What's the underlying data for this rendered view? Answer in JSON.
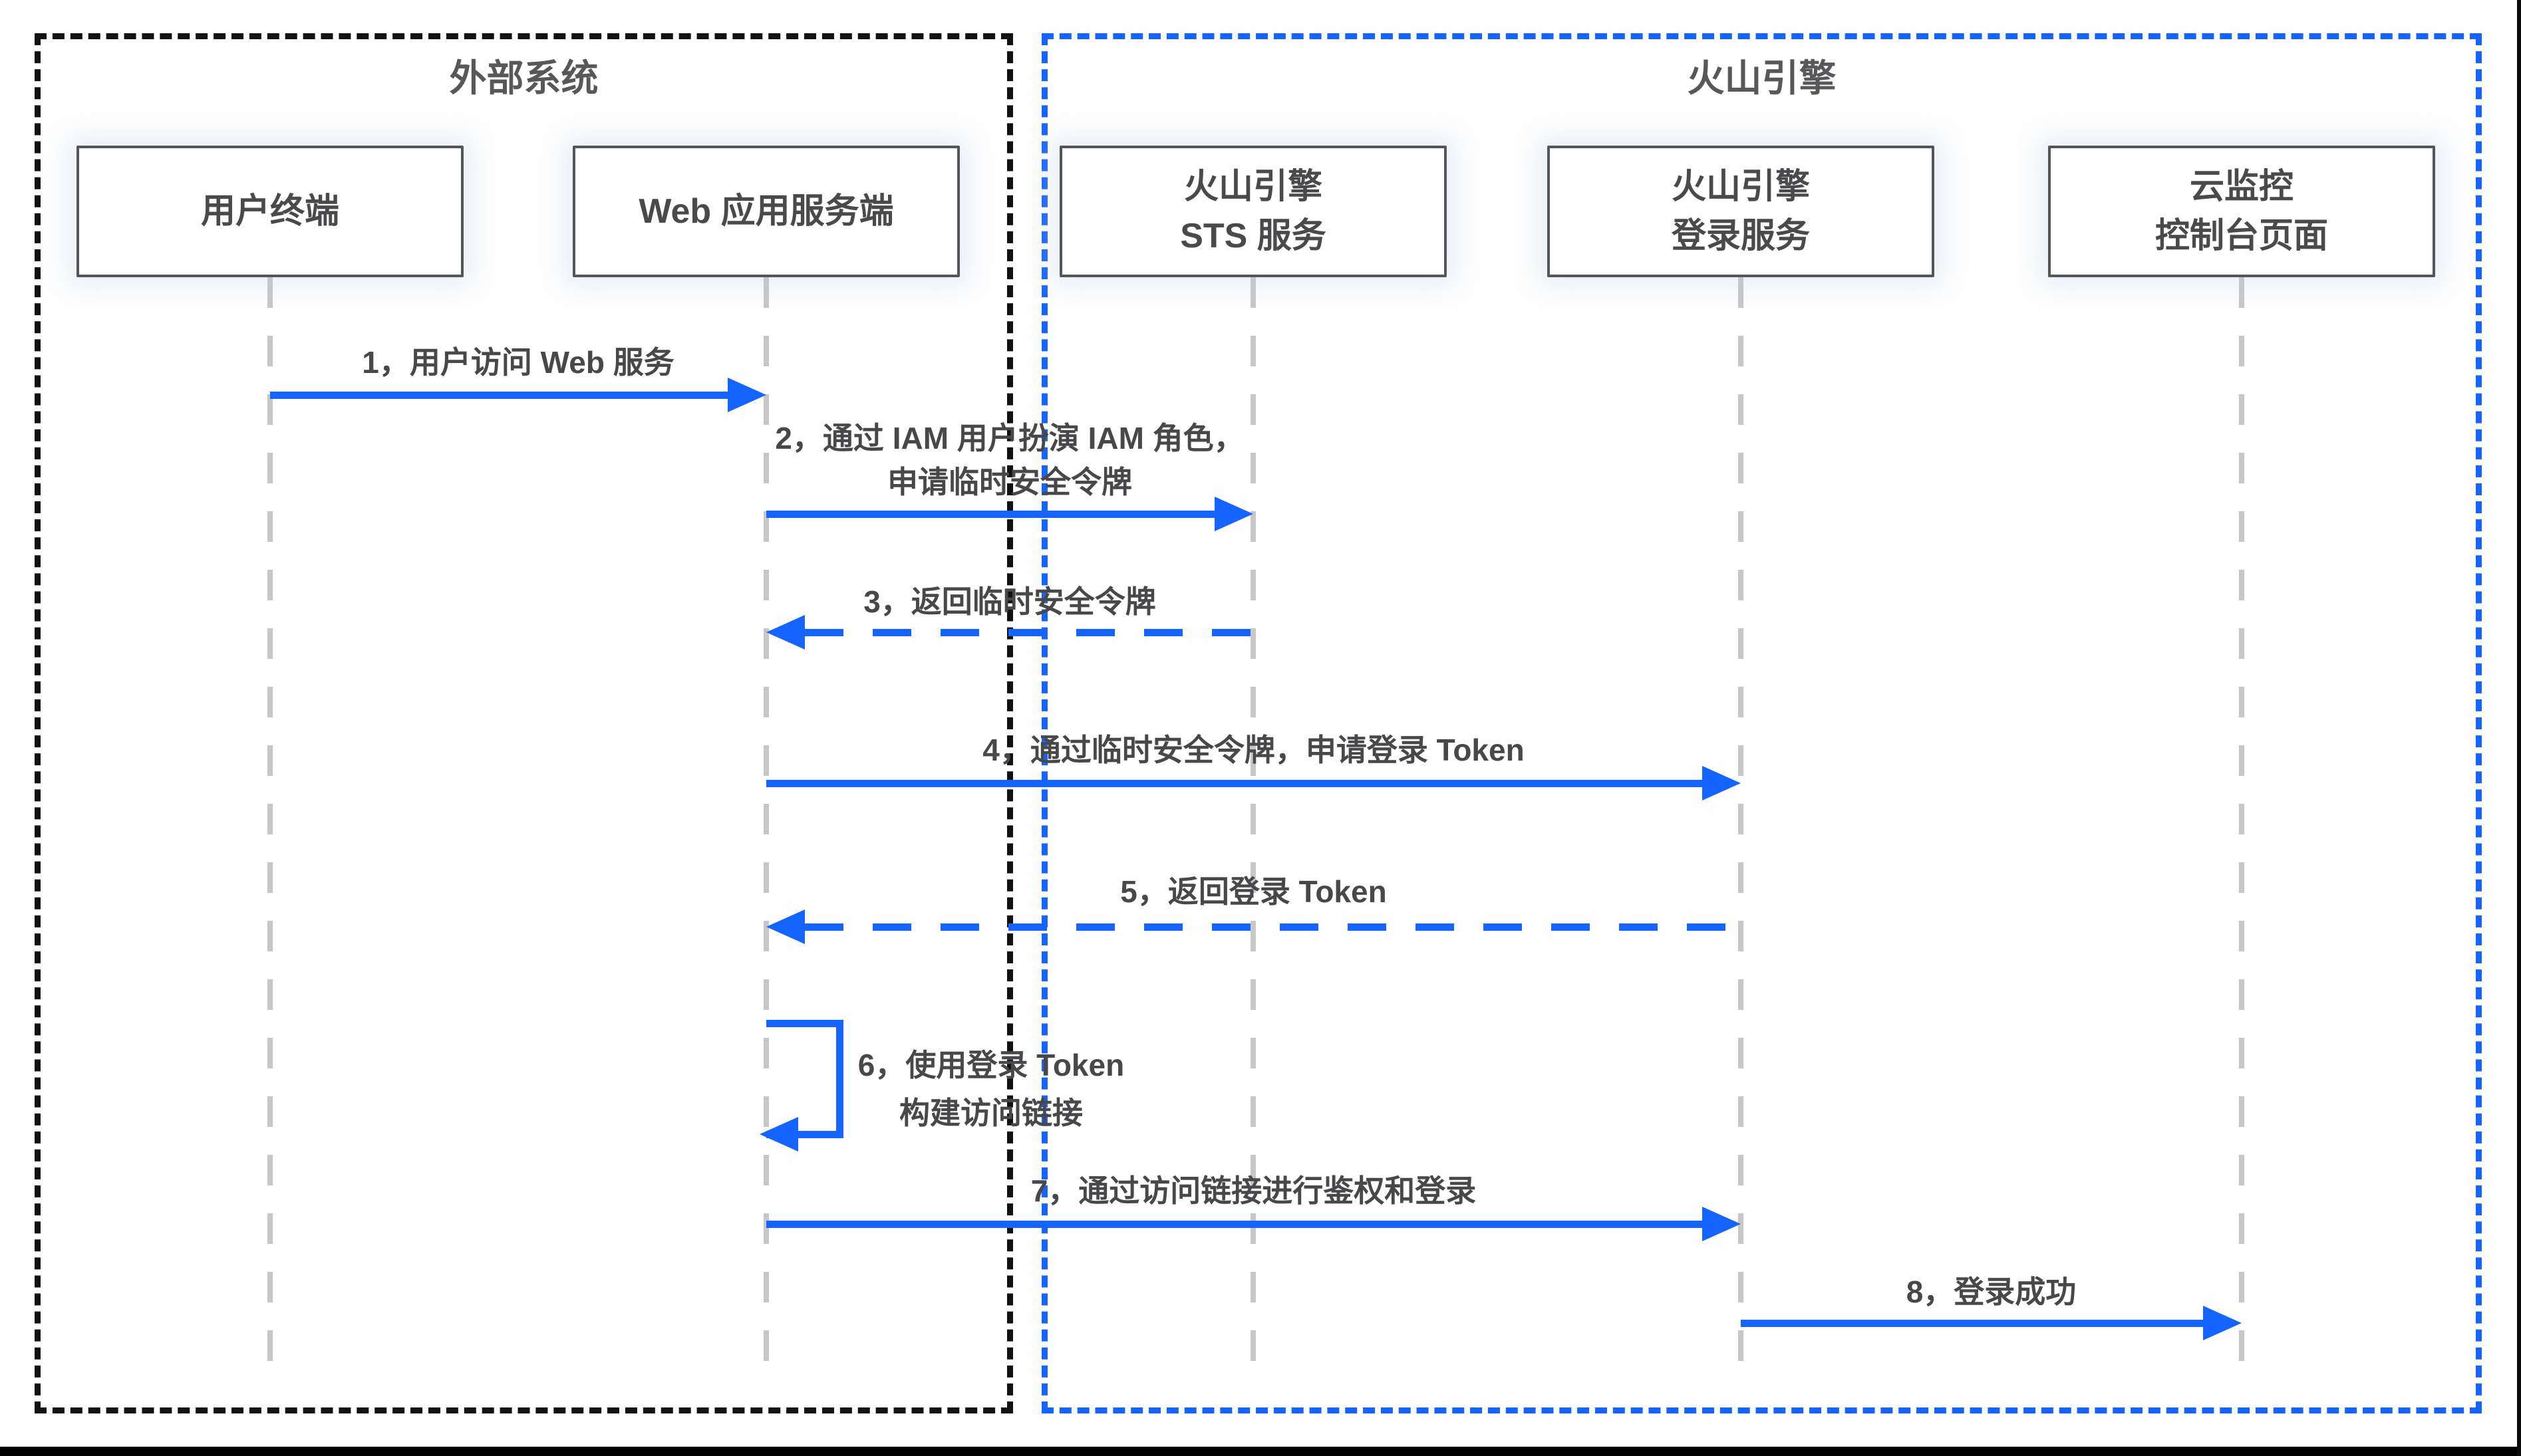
{
  "colors": {
    "accent_blue": "#1664FF",
    "label_gray": "#48484a",
    "lifeline_gray": "#c7c7c9",
    "actor_border_gray": "#55565a",
    "external_box_black": "#111111"
  },
  "groups": [
    {
      "title": "外部系统"
    },
    {
      "title": "火山引擎"
    }
  ],
  "actors": [
    {
      "line1": "用户终端"
    },
    {
      "line1": "Web 应用服务端"
    },
    {
      "line1": "火山引擎",
      "line2": "STS 服务"
    },
    {
      "line1": "火山引擎",
      "line2": "登录服务"
    },
    {
      "line1": "云监控",
      "line2": "控制台页面"
    }
  ],
  "messages": [
    {
      "num": "1",
      "line1": "1，用户访问 Web 服务",
      "from": "用户终端",
      "to": "Web 应用服务端",
      "line_style": "solid",
      "direction": "right"
    },
    {
      "num": "2",
      "line1": "2，通过 IAM 用户扮演 IAM 角色，",
      "line2": "申请临时安全令牌",
      "from": "Web 应用服务端",
      "to": "火山引擎 STS 服务",
      "line_style": "solid",
      "direction": "right"
    },
    {
      "num": "3",
      "line1": "3，返回临时安全令牌",
      "from": "火山引擎 STS 服务",
      "to": "Web 应用服务端",
      "line_style": "dashed",
      "direction": "left"
    },
    {
      "num": "4",
      "line1": "4，通过临时安全令牌，申请登录 Token",
      "from": "Web 应用服务端",
      "to": "火山引擎 登录服务",
      "line_style": "solid",
      "direction": "right"
    },
    {
      "num": "5",
      "line1": "5，返回登录 Token",
      "from": "火山引擎 登录服务",
      "to": "Web 应用服务端",
      "line_style": "dashed",
      "direction": "left"
    },
    {
      "num": "6",
      "line1": "6，使用登录 Token",
      "line2": "构建访问链接",
      "from": "Web 应用服务端",
      "to": "Web 应用服务端",
      "line_style": "solid",
      "direction": "self"
    },
    {
      "num": "7",
      "line1": "7，通过访问链接进行鉴权和登录",
      "from": "Web 应用服务端",
      "to": "火山引擎 登录服务",
      "line_style": "solid",
      "direction": "right"
    },
    {
      "num": "8",
      "line1": "8，登录成功",
      "from": "火山引擎 登录服务",
      "to": "云监控 控制台页面",
      "line_style": "solid",
      "direction": "right"
    }
  ]
}
